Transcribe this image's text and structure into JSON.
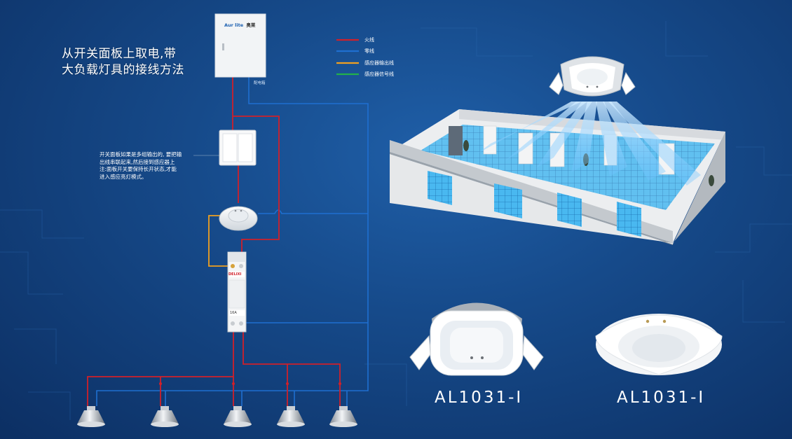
{
  "title": {
    "line1": "从开关面板上取电,带",
    "line2": "大负载灯具的接线方法"
  },
  "note": {
    "line1": "开关面板如果是多组输出的, 要把输",
    "line2": "出线串联起来,然后接到感应器上",
    "line3": "注:面板开关要保持长开状态,才能",
    "line4": "进入感应亮灯模式。"
  },
  "distribution_box": {
    "brand": "Aur lite",
    "brand_cn": "奥莱",
    "caption": "配电箱"
  },
  "contactor": {
    "brand": "DELIXI",
    "rating": "16A"
  },
  "legend": [
    {
      "label": "火线",
      "color": "#d0202a"
    },
    {
      "label": "零线",
      "color": "#1f6fd0"
    },
    {
      "label": "感应器输出线",
      "color": "#f0a020"
    },
    {
      "label": "感应器信号线",
      "color": "#22b04a"
    }
  ],
  "products": [
    {
      "model": "AL1031-I"
    },
    {
      "model": "AL1031-I"
    }
  ],
  "colors": {
    "background": "#164a8a",
    "live": "#d0202a",
    "neutral": "#1f6fd0",
    "output": "#f0a020",
    "signal": "#22b04a"
  }
}
